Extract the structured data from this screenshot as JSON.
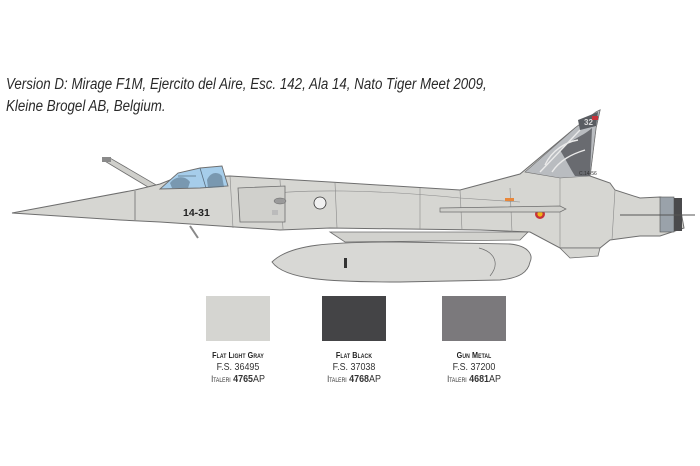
{
  "caption": {
    "line1": "Version D: Mirage F1M, Ejercito del Aire, Esc. 142, Ala 14, Nato Tiger Meet 2009,",
    "line2": "Kleine Brogel AB, Belgium."
  },
  "aircraft": {
    "type": "Mirage F1M side profile",
    "nose_code": "14-31",
    "tail_code": "C.14-56",
    "fin_number": "32",
    "colors": {
      "body": "#d6d6d2",
      "outline": "#6e6e6e",
      "canopy": "#a6cdea",
      "tail_art_dark": "#5a5d62",
      "roundel_red": "#c6323a",
      "roundel_yellow": "#f2b418"
    }
  },
  "swatches": [
    {
      "name": "Flat Light Gray",
      "fs": "F.S. 36495",
      "brand": "Italeri",
      "code_num": "4765",
      "code_suffix": "AP",
      "color": "#d5d5d1"
    },
    {
      "name": "Flat Black",
      "fs": "F.S. 37038",
      "brand": "Italeri",
      "code_num": "4768",
      "code_suffix": "AP",
      "color": "#444446"
    },
    {
      "name": "Gun Metal",
      "fs": "F.S. 37200",
      "brand": "Italeri",
      "code_num": "4681",
      "code_suffix": "AP",
      "color": "#7b797c"
    }
  ]
}
